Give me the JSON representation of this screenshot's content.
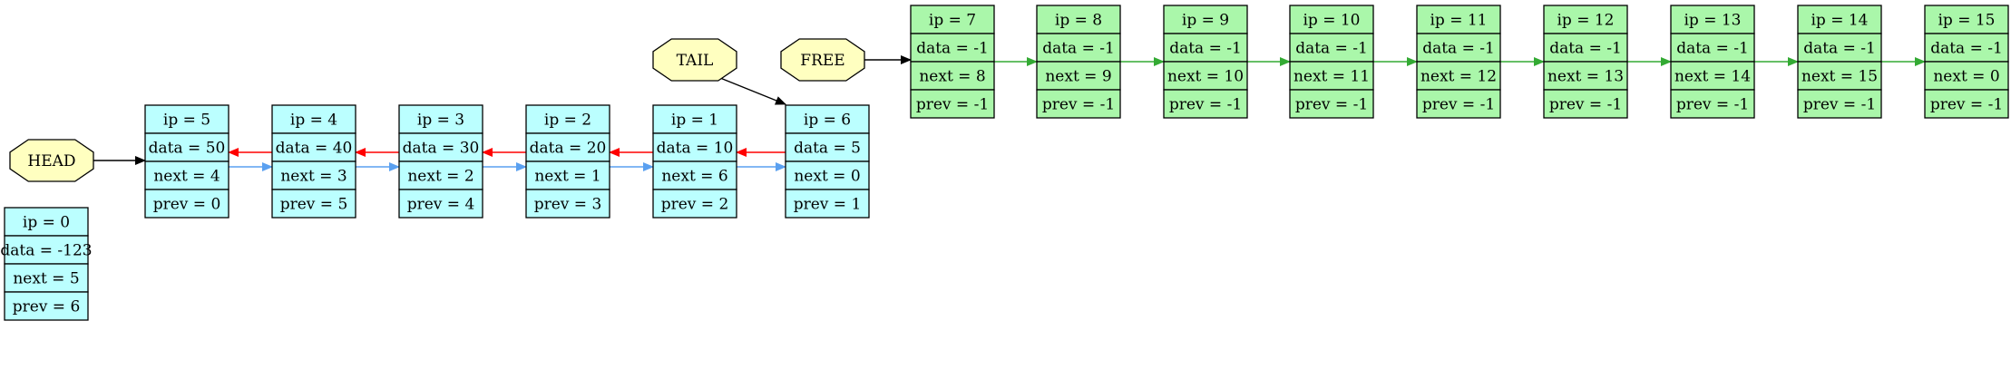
{
  "colors": {
    "used_node_fill": "#bbffff",
    "free_node_fill": "#aaf7aa",
    "pointer_fill": "#ffffc0",
    "prev_edge": "#ff0000",
    "next_edge": "#5aa0f0",
    "free_edge": "#33aa33",
    "pointer_edge": "#000000"
  },
  "pointers": [
    {
      "id": "head",
      "label": "HEAD",
      "target": 5
    },
    {
      "id": "tail",
      "label": "TAIL",
      "target": 6
    },
    {
      "id": "free",
      "label": "FREE",
      "target": 7
    }
  ],
  "nodes": [
    {
      "ip": 0,
      "kind": "used",
      "fields": [
        "ip = 0",
        "data = -123",
        "next = 5",
        "prev = 6"
      ]
    },
    {
      "ip": 5,
      "kind": "used",
      "fields": [
        "ip = 5",
        "data = 50",
        "next = 4",
        "prev = 0"
      ]
    },
    {
      "ip": 4,
      "kind": "used",
      "fields": [
        "ip = 4",
        "data = 40",
        "next = 3",
        "prev = 5"
      ]
    },
    {
      "ip": 3,
      "kind": "used",
      "fields": [
        "ip = 3",
        "data = 30",
        "next = 2",
        "prev = 4"
      ]
    },
    {
      "ip": 2,
      "kind": "used",
      "fields": [
        "ip = 2",
        "data = 20",
        "next = 1",
        "prev = 3"
      ]
    },
    {
      "ip": 1,
      "kind": "used",
      "fields": [
        "ip = 1",
        "data = 10",
        "next = 6",
        "prev = 2"
      ]
    },
    {
      "ip": 6,
      "kind": "used",
      "fields": [
        "ip = 6",
        "data = 5",
        "next = 0",
        "prev = 1"
      ]
    },
    {
      "ip": 7,
      "kind": "free",
      "fields": [
        "ip = 7",
        "data = -1",
        "next = 8",
        "prev = -1"
      ]
    },
    {
      "ip": 8,
      "kind": "free",
      "fields": [
        "ip = 8",
        "data = -1",
        "next = 9",
        "prev = -1"
      ]
    },
    {
      "ip": 9,
      "kind": "free",
      "fields": [
        "ip = 9",
        "data = -1",
        "next = 10",
        "prev = -1"
      ]
    },
    {
      "ip": 10,
      "kind": "free",
      "fields": [
        "ip = 10",
        "data = -1",
        "next = 11",
        "prev = -1"
      ]
    },
    {
      "ip": 11,
      "kind": "free",
      "fields": [
        "ip = 11",
        "data = -1",
        "next = 12",
        "prev = -1"
      ]
    },
    {
      "ip": 12,
      "kind": "free",
      "fields": [
        "ip = 12",
        "data = -1",
        "next = 13",
        "prev = -1"
      ]
    },
    {
      "ip": 13,
      "kind": "free",
      "fields": [
        "ip = 13",
        "data = -1",
        "next = 14",
        "prev = -1"
      ]
    },
    {
      "ip": 14,
      "kind": "free",
      "fields": [
        "ip = 14",
        "data = -1",
        "next = 15",
        "prev = -1"
      ]
    },
    {
      "ip": 15,
      "kind": "free",
      "fields": [
        "ip = 15",
        "data = -1",
        "next = 0",
        "prev = -1"
      ]
    }
  ],
  "edges": {
    "next": [
      [
        5,
        4
      ],
      [
        4,
        3
      ],
      [
        3,
        2
      ],
      [
        2,
        1
      ],
      [
        1,
        6
      ]
    ],
    "prev": [
      [
        4,
        5
      ],
      [
        3,
        4
      ],
      [
        2,
        3
      ],
      [
        1,
        2
      ],
      [
        6,
        1
      ]
    ],
    "free": [
      [
        7,
        8
      ],
      [
        8,
        9
      ],
      [
        9,
        10
      ],
      [
        10,
        11
      ],
      [
        11,
        12
      ],
      [
        12,
        13
      ],
      [
        13,
        14
      ],
      [
        14,
        15
      ]
    ]
  }
}
